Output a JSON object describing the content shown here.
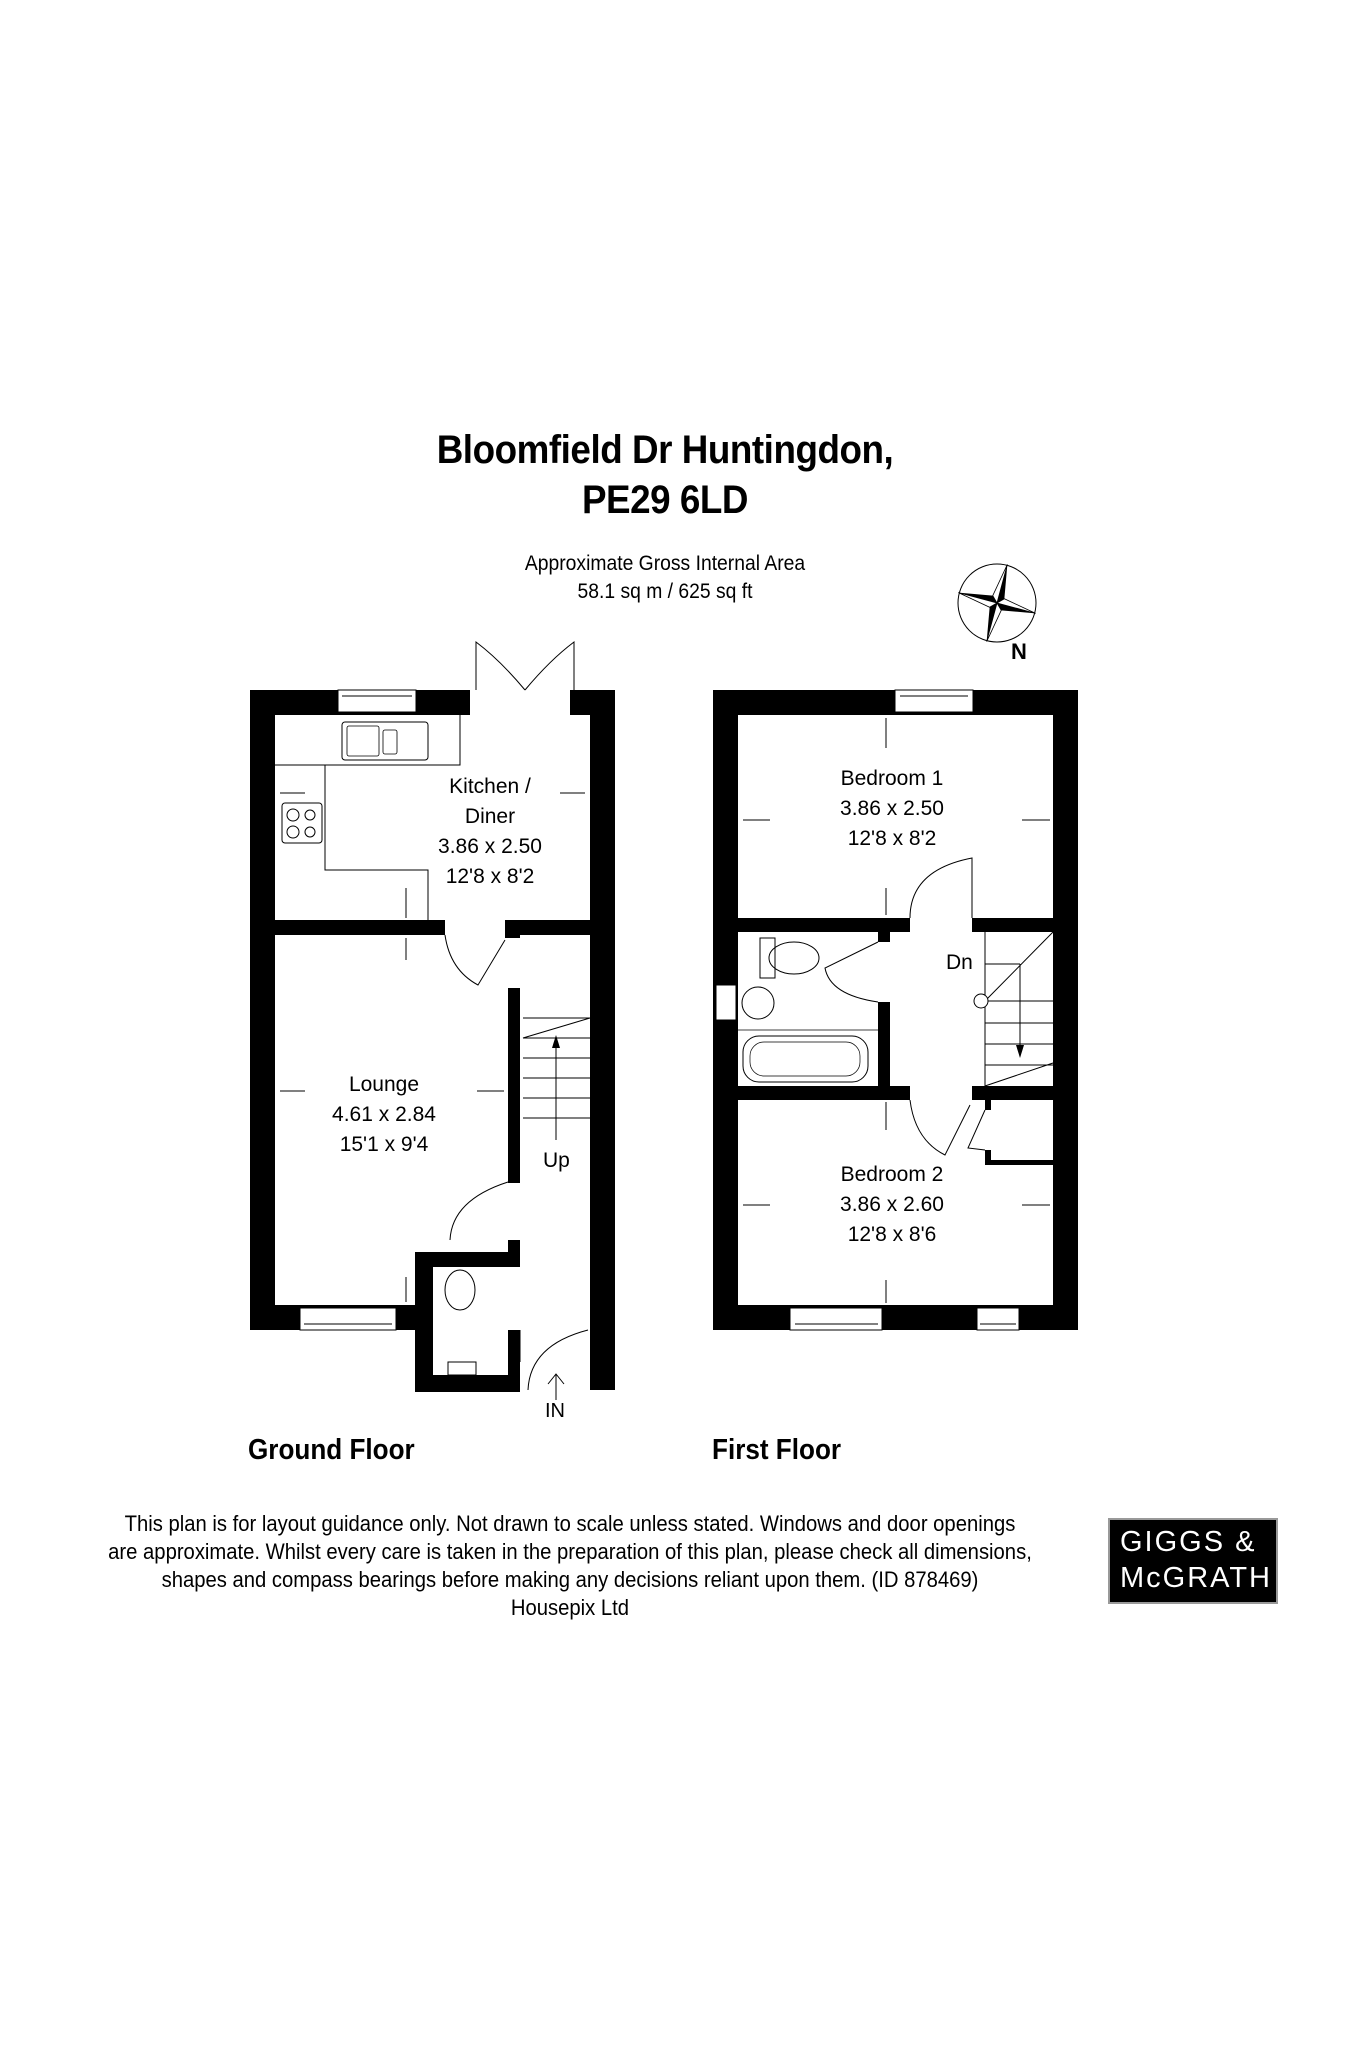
{
  "header": {
    "title_line1": "Bloomfield Dr Huntingdon,",
    "title_line2": "PE29 6LD",
    "area_label": "Approximate Gross Internal Area",
    "area_value": "58.1 sq m / 625 sq ft"
  },
  "compass": {
    "label": "N",
    "icon": "compass-rose-icon"
  },
  "ground_floor": {
    "label": "Ground Floor",
    "rooms": [
      {
        "name_line1": "Kitchen /",
        "name_line2": "Diner",
        "metric": "3.86 x 2.50",
        "imperial": "12'8 x 8'2"
      },
      {
        "name_line1": "Lounge",
        "metric": "4.61 x 2.84",
        "imperial": "15'1 x 9'4"
      }
    ],
    "stairs_label": "Up",
    "entrance_label": "IN"
  },
  "first_floor": {
    "label": "First Floor",
    "rooms": [
      {
        "name_line1": "Bedroom 1",
        "metric": "3.86 x 2.50",
        "imperial": "12'8 x 8'2"
      },
      {
        "name_line1": "Bedroom 2",
        "metric": "3.86 x 2.60",
        "imperial": "12'8 x 8'6"
      }
    ],
    "stairs_label": "Dn"
  },
  "disclaimer": {
    "line1": "This plan is for layout guidance only. Not drawn to scale unless stated. Windows and door openings",
    "line2": "are approximate. Whilst every care is taken in the preparation of this plan, please check all dimensions,",
    "line3": "shapes and compass bearings before making any decisions reliant upon them. (ID 878469)",
    "line4": "Housepix Ltd"
  },
  "logo": {
    "line1": "GIGGS &",
    "line2": "McGRATH"
  }
}
